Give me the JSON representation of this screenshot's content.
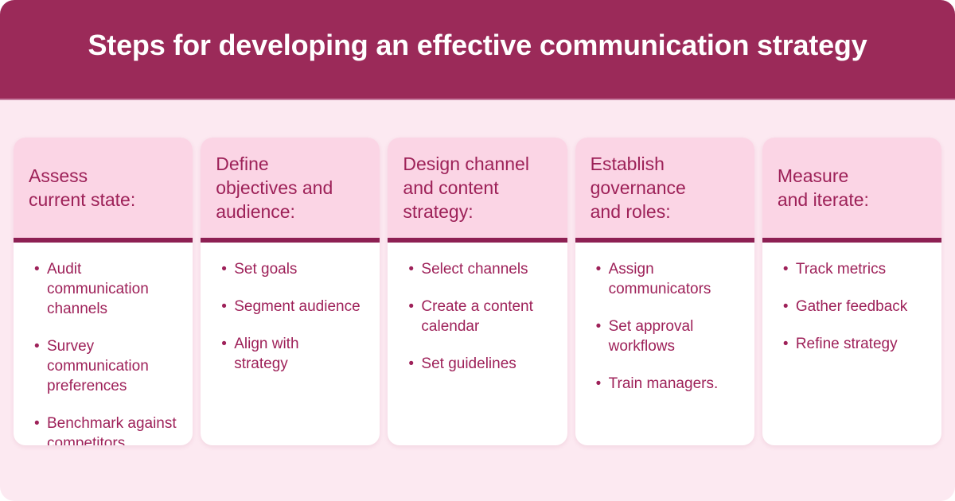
{
  "bullet_char": "•",
  "banner": {
    "title": "Steps for developing an effective communication strategy"
  },
  "colors": {
    "banner_bg": "#9B2A59",
    "banner_edge": "#C77EA0",
    "page_bg": "#FCE9F1",
    "card_bg": "#FFFFFF",
    "card_header_bg": "#FBD5E5",
    "divider": "#8D2053",
    "heading_text": "#9D2158",
    "item_text": "#9E2159",
    "title_text": "#FFFFFF"
  },
  "columns": [
    {
      "heading": "Assess\ncurrent state:",
      "items": [
        "Audit communication\nchannels",
        "Survey\ncommunication\npreferences",
        "Benchmark against\ncompetitors"
      ]
    },
    {
      "heading": "Define\nobjectives and\naudience:",
      "items": [
        "Set goals",
        "Segment audience",
        "Align with\nstrategy"
      ]
    },
    {
      "heading": "Design channel\nand content\nstrategy:",
      "items": [
        "Select channels",
        "Create a content\ncalendar",
        "Set guidelines"
      ]
    },
    {
      "heading": "Establish\ngovernance\nand roles:",
      "items": [
        "Assign\ncommunicators",
        "Set approval\nworkflows",
        "Train managers."
      ]
    },
    {
      "heading": "Measure\nand iterate:",
      "items": [
        "Track metrics",
        "Gather feedback",
        "Refine strategy"
      ]
    }
  ]
}
